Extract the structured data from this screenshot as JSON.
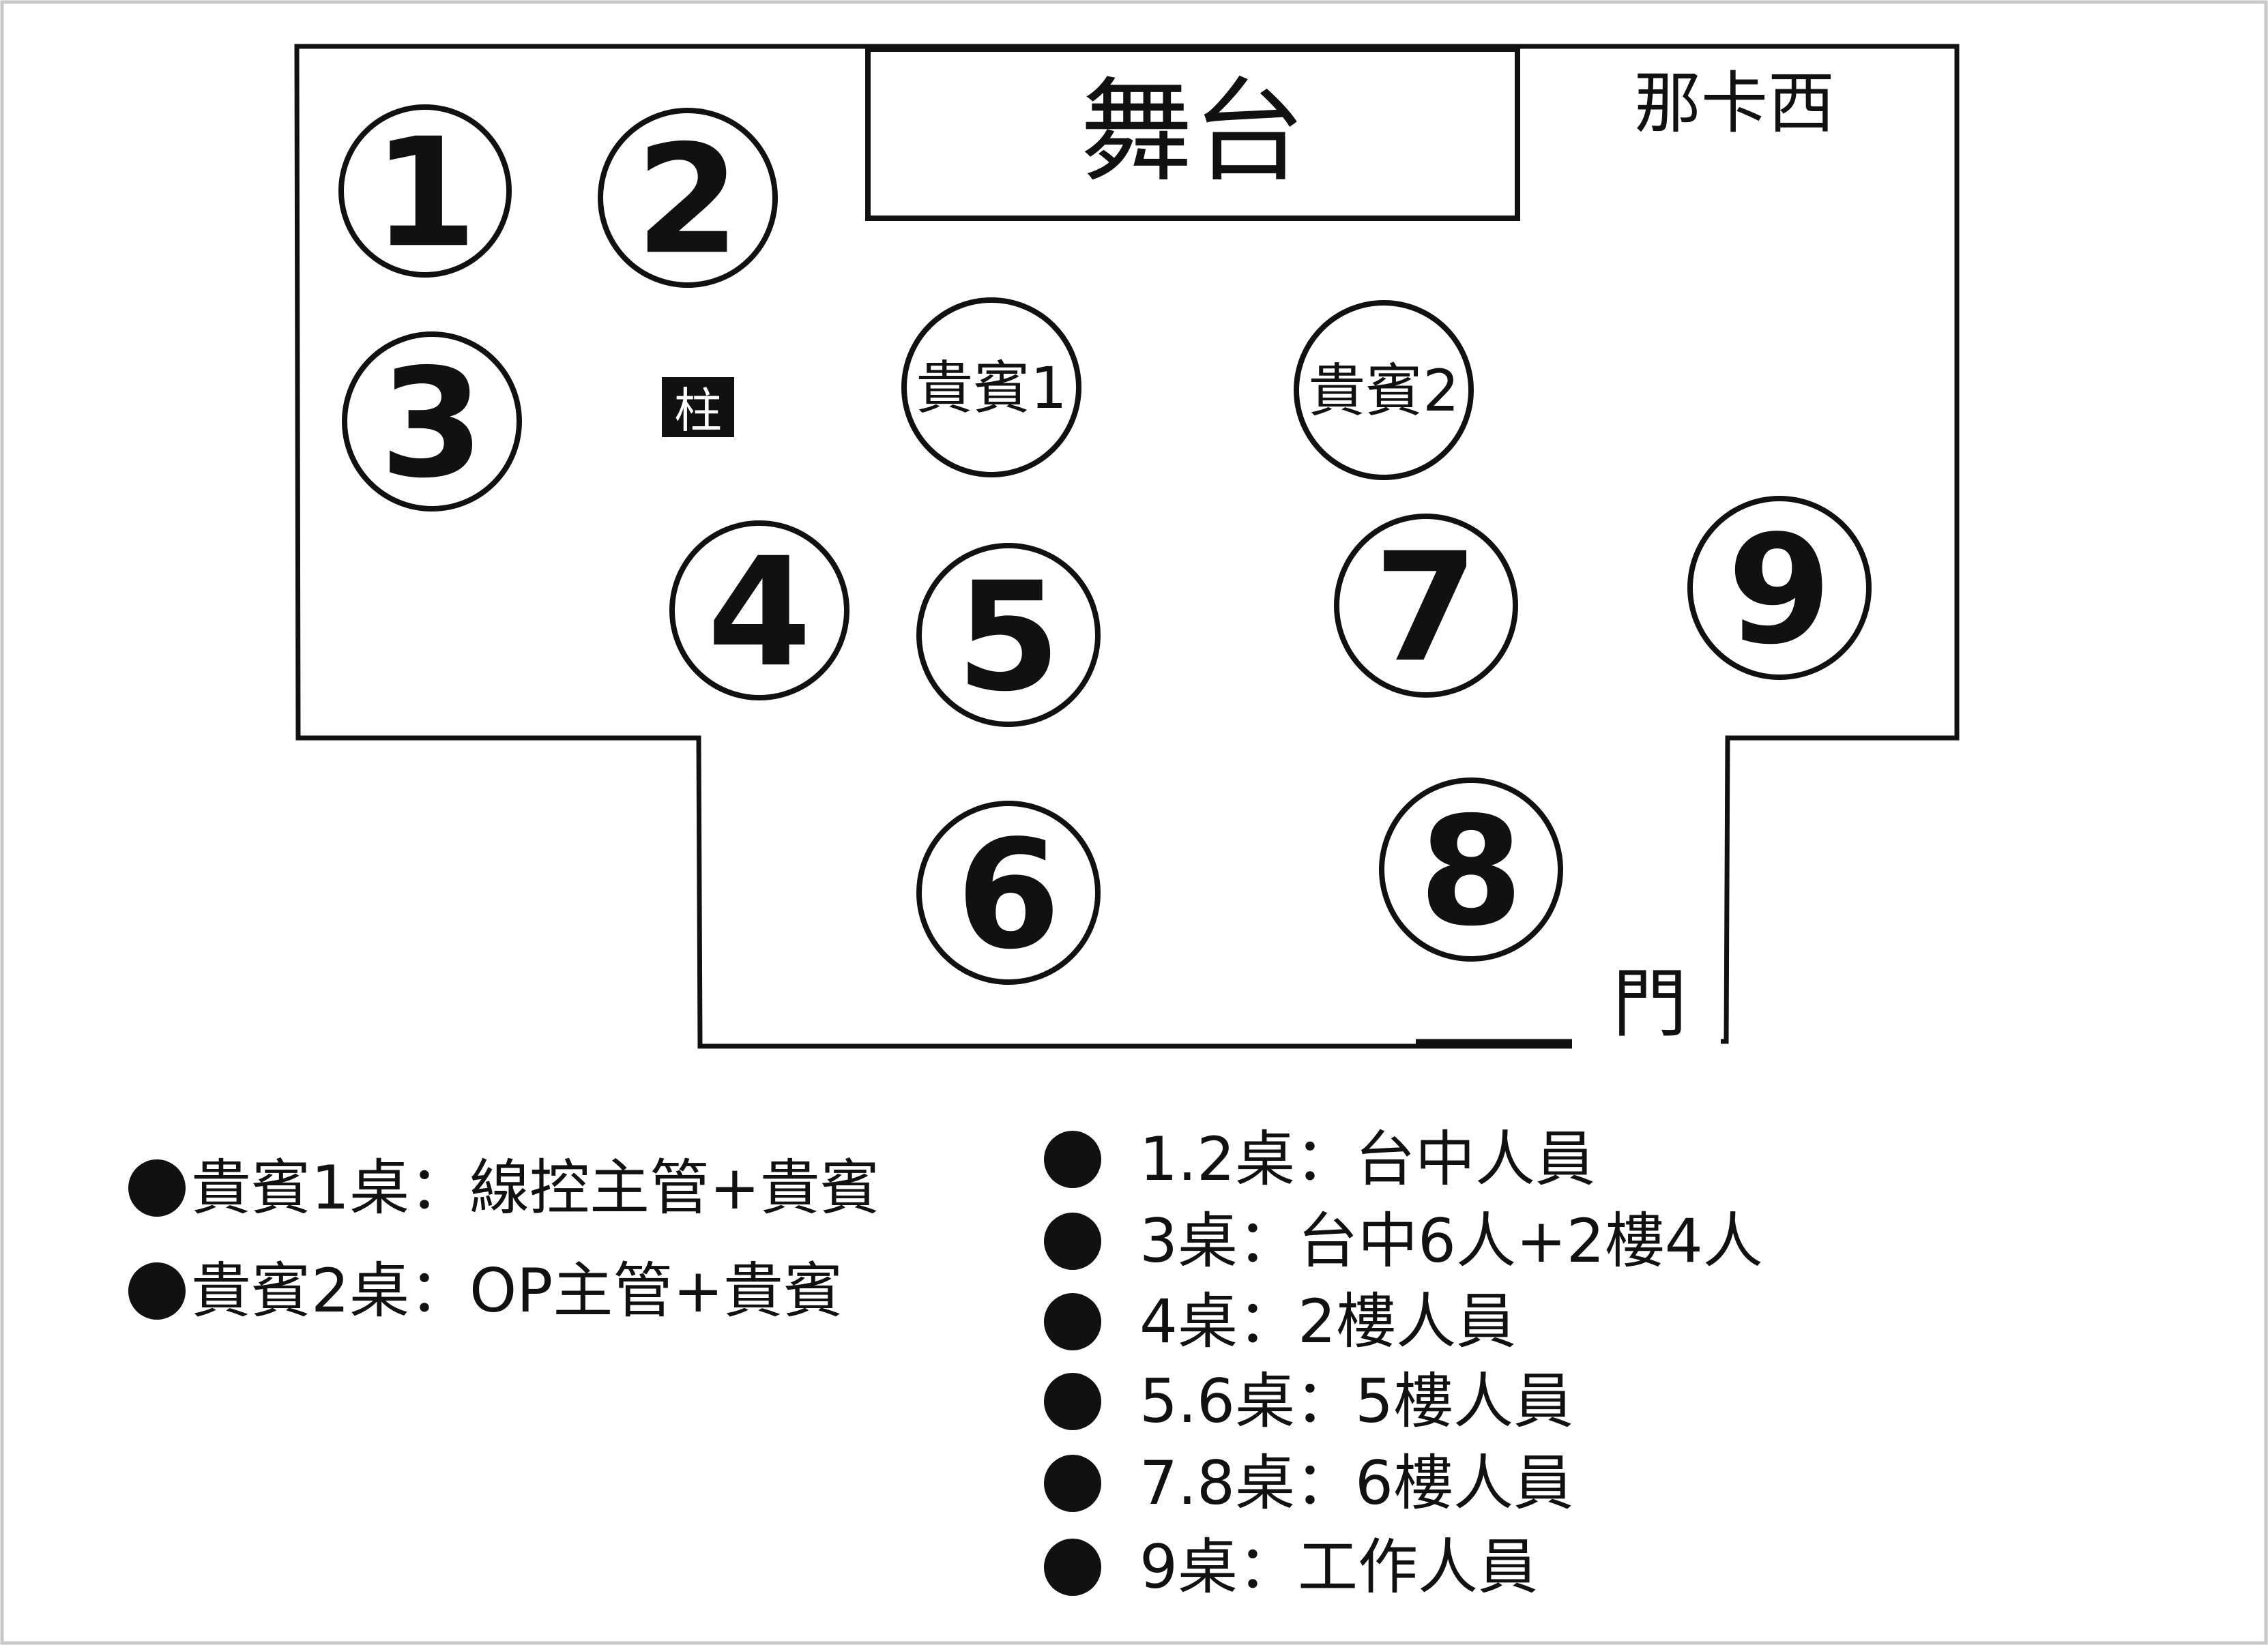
{
  "floor_plan": {
    "stage_label": "舞台",
    "corner_label": "那卡西",
    "pillar_label": "柱",
    "door_label": "門",
    "tables": [
      {
        "id": "t1",
        "label": "1"
      },
      {
        "id": "t2",
        "label": "2"
      },
      {
        "id": "t3",
        "label": "3"
      },
      {
        "id": "vip1",
        "label": "貴賓1"
      },
      {
        "id": "vip2",
        "label": "貴賓2"
      },
      {
        "id": "t4",
        "label": "4"
      },
      {
        "id": "t5",
        "label": "5"
      },
      {
        "id": "t7",
        "label": "7"
      },
      {
        "id": "t9",
        "label": "9"
      },
      {
        "id": "t6",
        "label": "6"
      },
      {
        "id": "t8",
        "label": "8"
      }
    ]
  },
  "legend_left": [
    "貴賓1桌：線控主管+貴賓",
    "貴賓2桌：OP主管+貴賓"
  ],
  "legend_right": [
    "1.2桌：台中人員",
    "3桌：台中6人+2樓4人",
    "4桌：2樓人員",
    "5.6桌：5樓人員",
    "7.8桌：6樓人員",
    "9桌：工作人員"
  ],
  "colors": {
    "ink": "#111111",
    "background": "#ffffff",
    "frame": "#c8c8c8"
  }
}
